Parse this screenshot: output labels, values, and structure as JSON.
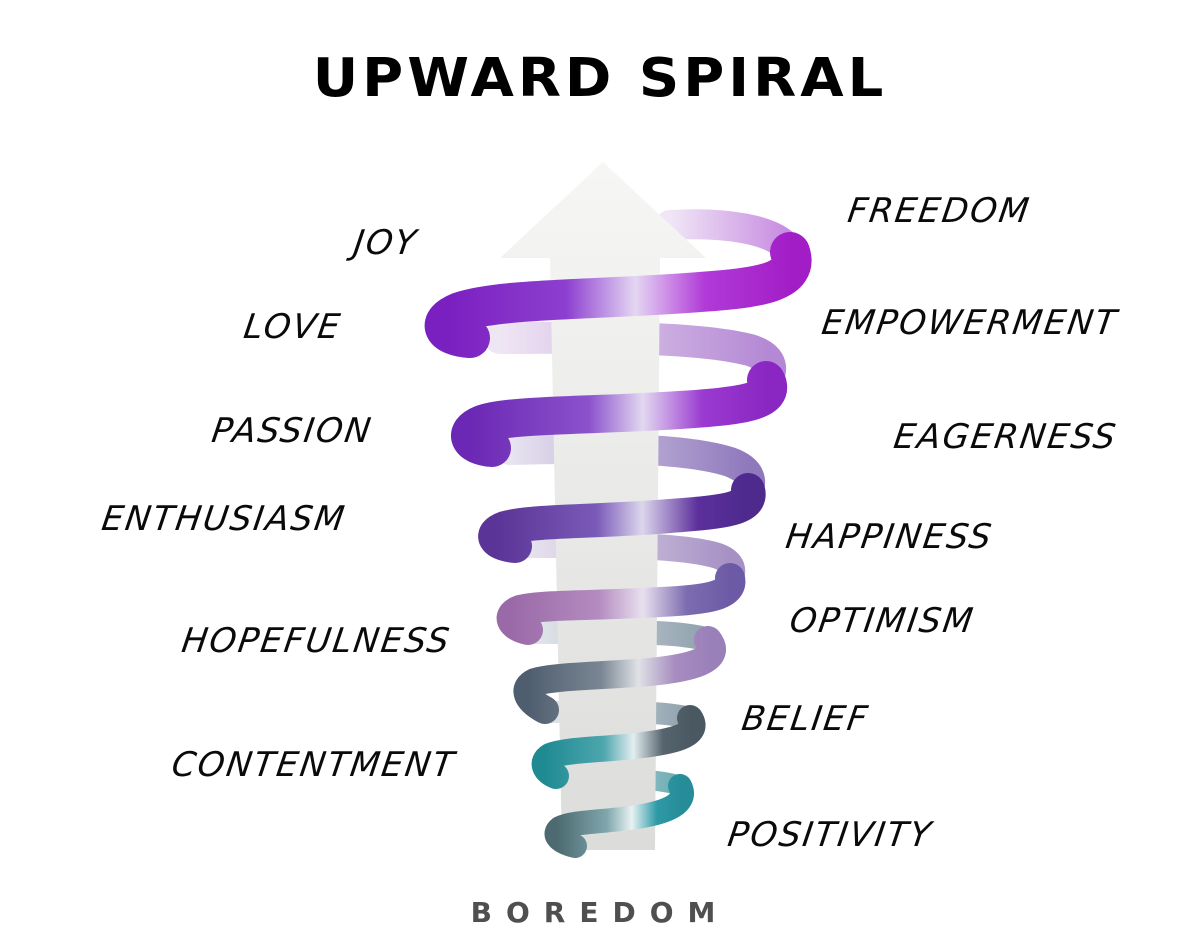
{
  "title": "UPWARD SPIRAL",
  "base_label": "BOREDOM",
  "left_labels": {
    "joy": "JOY",
    "love": "LOVE",
    "passion": "PASSION",
    "enthusiasm": "ENTHUSIASM",
    "hopefulness": "HOPEFULNESS",
    "contentment": "CONTENTMENT"
  },
  "right_labels": {
    "freedom": "FREEDOM",
    "empowerment": "EMPOWERMENT",
    "eagerness": "EAGERNESS",
    "happiness": "HAPPINESS",
    "optimism": "OPTIMISM",
    "belief": "BELIEF",
    "positivity": "POSITIVITY"
  },
  "colors": {
    "arrow": "#f2f2f0",
    "spiral_top": "#a020c8",
    "spiral_mid": "#6a3a9c",
    "spiral_bottom": "#2f8f9a"
  }
}
